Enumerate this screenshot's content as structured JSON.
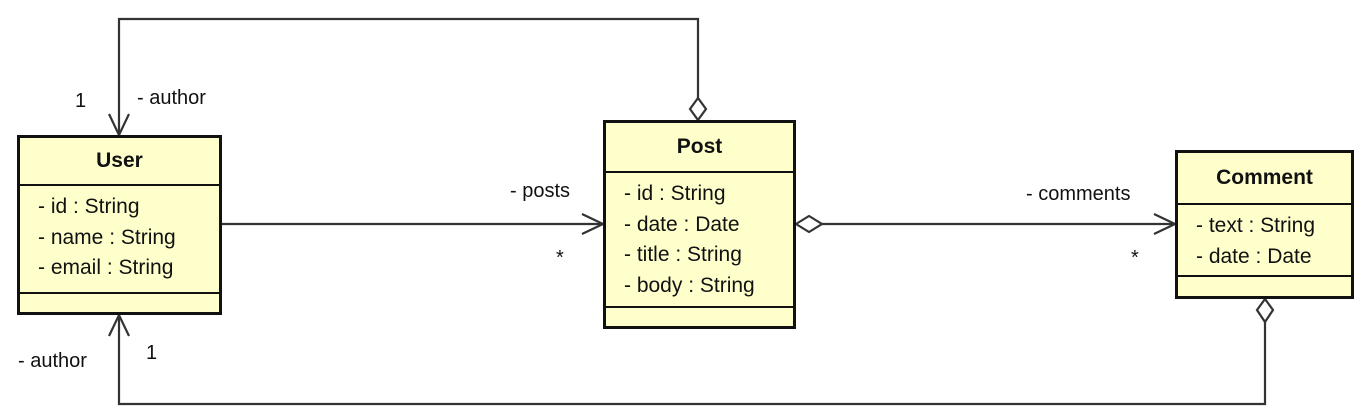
{
  "classes": {
    "user": {
      "name": "User",
      "attributes": [
        "- id : String",
        "- name : String",
        "- email : String"
      ]
    },
    "post": {
      "name": "Post",
      "attributes": [
        "- id : String",
        "- date : Date",
        "- title : String",
        "- body : String"
      ]
    },
    "comment": {
      "name": "Comment",
      "attributes": [
        "- text : String",
        "- date : Date"
      ]
    }
  },
  "associations": {
    "post_author": {
      "role": "- author",
      "multiplicity": "1"
    },
    "user_posts": {
      "role": "- posts",
      "multiplicity": "*"
    },
    "post_comments": {
      "role": "- comments",
      "multiplicity": "*"
    },
    "comment_author": {
      "role": "- author",
      "multiplicity": "1"
    }
  },
  "colors": {
    "class_fill": "#ffffcc",
    "class_border": "#111111",
    "line": "#333333"
  }
}
